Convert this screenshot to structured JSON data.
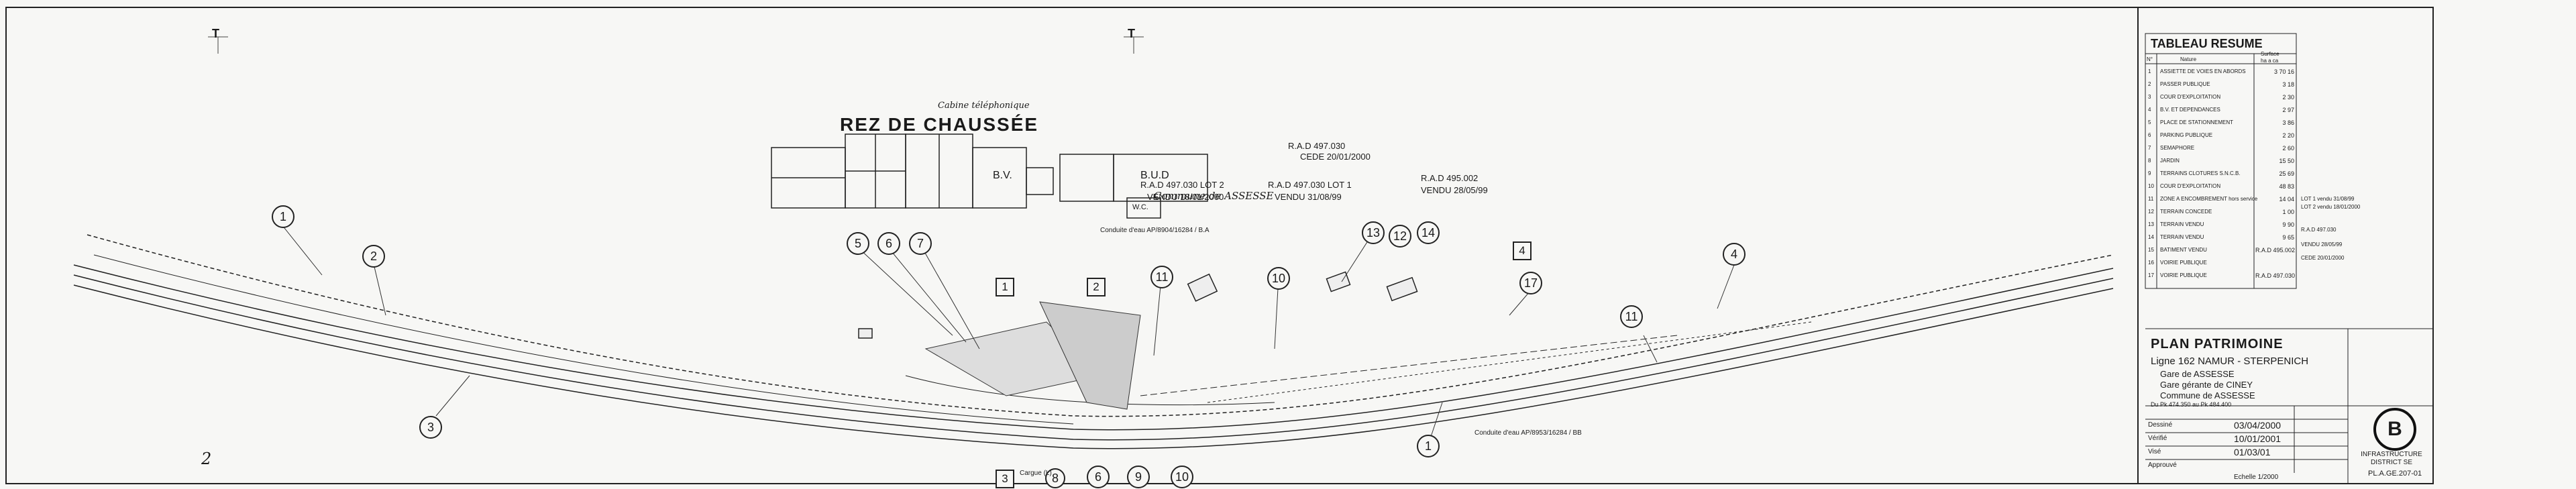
{
  "drawing": {
    "floor_label": "REZ DE CHAUSSÉE",
    "section_marks": [
      "T",
      "T"
    ],
    "corner_mark": "2",
    "building_labels": [
      "B.V.",
      "B.U.D",
      "W.C."
    ],
    "annotations": [
      "Commune de ASSESSE",
      "R.A.D 497.030",
      "CEDE 20/01/2000",
      "R.A.D 497.030 LOT 2",
      "VENDU 18/01/2000",
      "R.A.D 497.030 LOT 1",
      "VENDU 31/08/99",
      "R.A.D 495.002",
      "VENDU 28/05/99",
      "Conduite d'eau AP/8904/16284 / B.A",
      "Conduite d'eau AP/8953/16284 / BB",
      "Cabine téléphonique"
    ],
    "circle_markers": [
      "1",
      "2",
      "3",
      "4",
      "5",
      "6",
      "7",
      "8",
      "6",
      "9",
      "10",
      "11",
      "10",
      "12",
      "13",
      "14",
      "17",
      "11",
      "1"
    ],
    "square_markers": [
      "1",
      "2",
      "3",
      "4"
    ],
    "bottom_label": "Cargue (L)"
  },
  "summary": {
    "title": "TABLEAU RESUME",
    "col_no": "N°",
    "col_nature": "Nature",
    "col_surface": "Surface",
    "col_units": "ha  a  ca",
    "rows": [
      {
        "no": "1",
        "nature": "ASSIETTE DE VOIES EN ABORDS",
        "surface": "3 70 16"
      },
      {
        "no": "2",
        "nature": "PASSER PUBLIQUE",
        "surface": "3 18"
      },
      {
        "no": "3",
        "nature": "COUR D'EXPLOITATION",
        "surface": "2 30"
      },
      {
        "no": "4",
        "nature": "B.V. ET DEPENDANCES",
        "surface": "2 97"
      },
      {
        "no": "5",
        "nature": "PLACE DE STATIONNEMENT",
        "surface": "3 86"
      },
      {
        "no": "6",
        "nature": "PARKING PUBLIQUE",
        "surface": "2 20"
      },
      {
        "no": "7",
        "nature": "SEMAPHORE",
        "surface": "2 60"
      },
      {
        "no": "8",
        "nature": "JARDIN",
        "surface": "15 50"
      },
      {
        "no": "9",
        "nature": "TERRAINS CLOTURES S.N.C.B.",
        "surface": "25 69"
      },
      {
        "no": "10",
        "nature": "COUR D'EXPLOITATION",
        "surface": "48 83"
      },
      {
        "no": "11",
        "nature": "ZONE A ENCOMBREMENT hors service",
        "surface": "14 04"
      },
      {
        "no": "12",
        "nature": "TERRAIN CONCEDE",
        "surface": "1 00"
      },
      {
        "no": "13",
        "nature": "TERRAIN VENDU",
        "surface": "9 90"
      },
      {
        "no": "14",
        "nature": "TERRAIN VENDU",
        "surface": "9 65"
      },
      {
        "no": "15",
        "nature": "BATIMENT VENDU",
        "surface": "R.A.D 495.002"
      },
      {
        "no": "16",
        "nature": "VOIRIE PUBLIQUE",
        "surface": ""
      },
      {
        "no": "17",
        "nature": "VOIRIE PUBLIQUE",
        "surface": "R.A.D 497.030"
      }
    ],
    "side_notes": [
      "LOT 1 vendu 31/08/99",
      "LOT 2 vendu 18/01/2000",
      "R.A.D 497.030",
      "VENDU 28/05/99",
      "CEDE 20/01/2000"
    ]
  },
  "cartouche": {
    "title": "PLAN PATRIMOINE",
    "line": "Ligne 162  NAMUR - STERPENICH",
    "gare": "Gare de ASSESSE",
    "gerante": "Gare gérante de CINEY",
    "commune": "Commune de ASSESSE",
    "pk": "Du Pk 474.350 au Pk 484.400",
    "roles": [
      "Dessiné",
      "Vérifié",
      "Visé",
      "Approuvé"
    ],
    "dates": [
      "03/04/2000",
      "10/01/2001",
      "01/03/01"
    ],
    "scale": "Echelle 1/2000",
    "service_label": "INFRASTRUCTURE",
    "district": "DISTRICT SE",
    "plan_number": "PL.A.GE.207-01",
    "logo_letter": "B"
  }
}
